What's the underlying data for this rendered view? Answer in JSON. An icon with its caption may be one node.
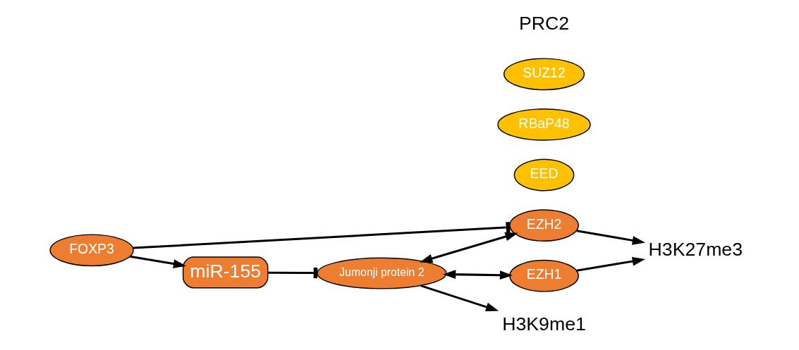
{
  "diagram": {
    "nodes": [
      {
        "text": [
          "miR-155"
        ]
      },
      {
        "text": [
          "FOXP3"
        ]
      },
      {
        "text": [
          "EED"
        ]
      },
      {
        "text": [
          "RBaP48"
        ]
      },
      {
        "text": [
          "EZH2"
        ]
      },
      {
        "text": [
          "SUZ12"
        ]
      },
      {
        "text": [
          "Jumonji protein 2"
        ]
      },
      {
        "text": [
          "EZH1"
        ]
      },
      {
        "text": [
          "H3K9me1"
        ]
      },
      {
        "text": [
          "H3K27me3"
        ]
      }
    ],
    "edges": [
      {
        "from": 1,
        "to": 0,
        "arrow": "to"
      },
      {
        "from": 1,
        "to": 4,
        "arrow": "other"
      },
      {
        "from": 0,
        "to": 6,
        "arrow": "other"
      },
      {
        "from": 6,
        "to": 4,
        "arrow": "both"
      },
      {
        "from": 6,
        "to": 7,
        "arrow": "both"
      },
      {
        "from": 6,
        "to": 8,
        "arrow": "to"
      },
      {
        "from": 4,
        "to": 9,
        "arrow": "to"
      },
      {
        "from": 7,
        "to": 9,
        "arrow": "to"
      }
    ],
    "labels": [
      "PRC2"
    ]
  }
}
